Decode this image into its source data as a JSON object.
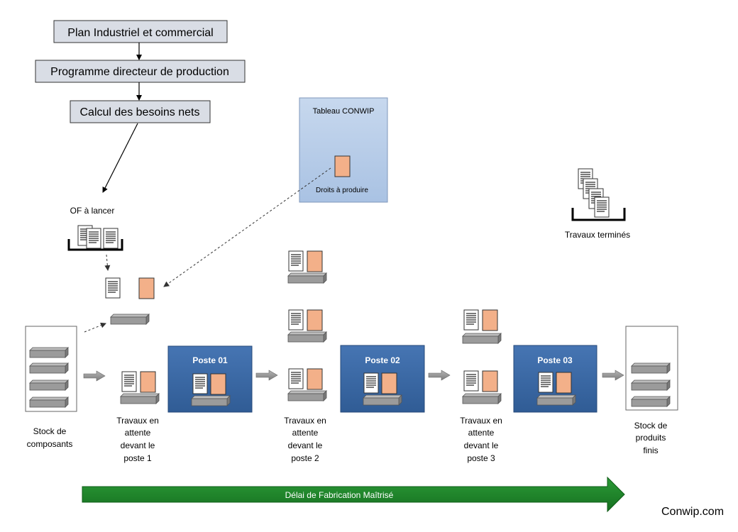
{
  "planning": {
    "pic": "Plan Industriel et commercial",
    "pdp": "Programme directeur de production",
    "cbn": "Calcul des besoins nets"
  },
  "conwip_board": {
    "title": "Tableau CONWIP",
    "card_label": "Droits à produire"
  },
  "of_label": "OF à lancer",
  "finished_label": "Travaux terminés",
  "stations": [
    {
      "label": "Poste 01"
    },
    {
      "label": "Poste 02"
    },
    {
      "label": "Poste 03"
    }
  ],
  "stocks": {
    "components": [
      "Stock de",
      "composants"
    ],
    "finished": [
      "Stock de",
      "produits",
      "finis"
    ]
  },
  "queues": [
    {
      "lines": [
        "Travaux en",
        "attente",
        "devant le",
        "poste 1"
      ]
    },
    {
      "lines": [
        "Travaux en",
        "attente",
        "devant le",
        "poste 2"
      ]
    },
    {
      "lines": [
        "Travaux en",
        "attente",
        "devant le",
        "poste 3"
      ]
    }
  ],
  "lead_time_label": "Délai de Fabrication Maîtrisé",
  "brand": "Conwip.com",
  "colors": {
    "planning_box": "#d9dde5",
    "conwip_board": "#b7cde8",
    "station": "#3a67a2",
    "card": "#f3b089",
    "tray": "#9b9b9b",
    "lead_time_arrow": "#1c7f27"
  }
}
